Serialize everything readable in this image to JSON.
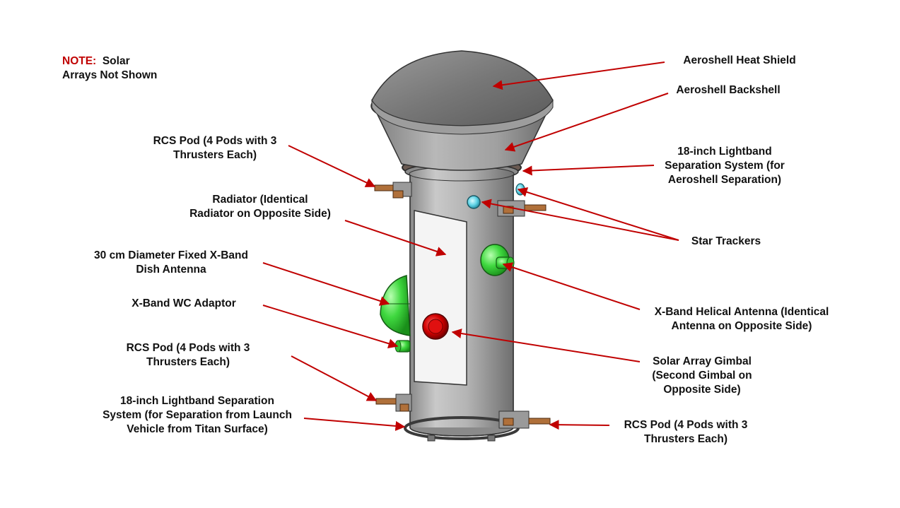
{
  "note": {
    "prefix": "NOTE:",
    "line1_rest": "Solar",
    "line2": "Arrays Not Shown"
  },
  "colors": {
    "note_red": "#c00000",
    "arrow_red": "#c00000",
    "antenna_green": "#2ec52e",
    "gimbal_red": "#d00000",
    "star_tracker_cyan": "#5fd3e6"
  },
  "labels": {
    "aeroshell_heat_shield": [
      "Aeroshell  Heat Shield"
    ],
    "aeroshell_backshell": [
      "Aeroshell  Backshell"
    ],
    "lightband_18in_aeroshell": [
      "18-inch Lightband",
      "Separation System (for",
      "Aeroshell  Separation)"
    ],
    "star_trackers": [
      "Star Trackers"
    ],
    "xband_helical_antenna": [
      "X-Band Helical Antenna (Identical",
      "Antenna on Opposite Side)"
    ],
    "solar_array_gimbal": [
      "Solar Array Gimbal",
      "(Second Gimbal on",
      "Opposite Side)"
    ],
    "rcs_pod_right": [
      "RCS Pod (4 Pods with 3",
      "Thrusters Each)"
    ],
    "rcs_pod_top_left": [
      "RCS Pod (4 Pods with 3",
      "Thrusters Each)"
    ],
    "radiator": [
      "Radiator (Identical",
      "Radiator on Opposite Side)"
    ],
    "xband_dish": [
      "30 cm Diameter Fixed X-Band",
      "Dish Antenna"
    ],
    "xband_wc_adaptor": [
      "X-Band WC Adaptor"
    ],
    "rcs_pod_lower_left": [
      "RCS Pod (4 Pods with 3",
      "Thrusters Each)"
    ],
    "lightband_18in_launch": [
      "18-inch Lightband Separation",
      "System (for Separation from Launch",
      "Vehicle from Titan Surface)"
    ]
  }
}
